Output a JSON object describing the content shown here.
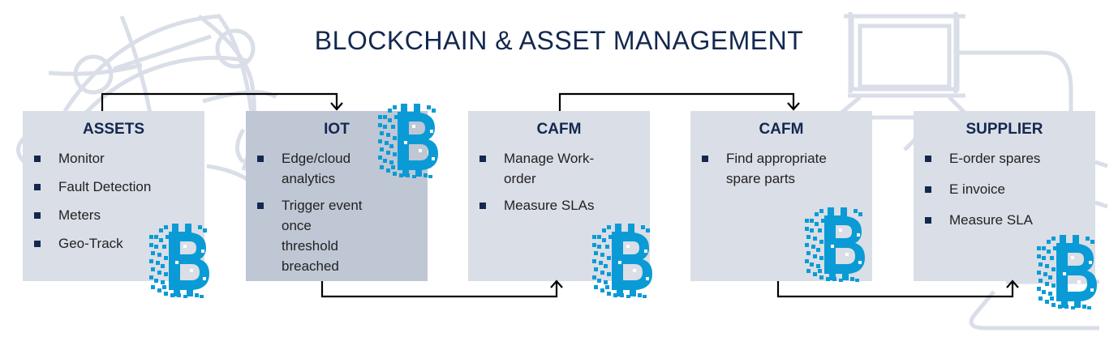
{
  "title": "BLOCKCHAIN & ASSET MANAGEMENT",
  "colors": {
    "title": "#13284f",
    "box_light": "#dadee6",
    "box_dark": "#bfc7d5",
    "bitcoin": "#0a9bd6",
    "connector": "#000000",
    "background_art": "#d9dee8"
  },
  "boxes": [
    {
      "heading": "ASSETS",
      "items": [
        "Monitor",
        "Fault Detection",
        "Meters",
        "Geo-Track"
      ]
    },
    {
      "heading": "IOT",
      "items": [
        "Edge/cloud analytics",
        "Trigger event once threshold breached"
      ]
    },
    {
      "heading": "CAFM",
      "items": [
        "Manage Work-order",
        "Measure SLAs"
      ]
    },
    {
      "heading": "CAFM",
      "items": [
        "Find appropriate spare parts"
      ]
    },
    {
      "heading": "SUPPLIER",
      "items": [
        "E-order spares",
        "E invoice",
        "Measure SLA"
      ]
    }
  ],
  "icons": {
    "box_bullet": "square-bullet-icon",
    "blockchain_badge": "pixel-bitcoin-icon",
    "background_left": "globe-network-icon",
    "background_right": "computer-network-icon"
  }
}
